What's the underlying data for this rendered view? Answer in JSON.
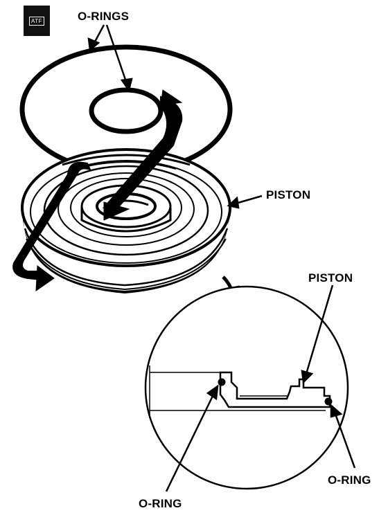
{
  "badge": {
    "text": "ATF"
  },
  "labels": {
    "o_rings": "O-RINGS",
    "piston_top": "PISTON",
    "piston_detail": "PISTON",
    "o_ring_left": "O-RING",
    "o_ring_right": "O-RING"
  }
}
